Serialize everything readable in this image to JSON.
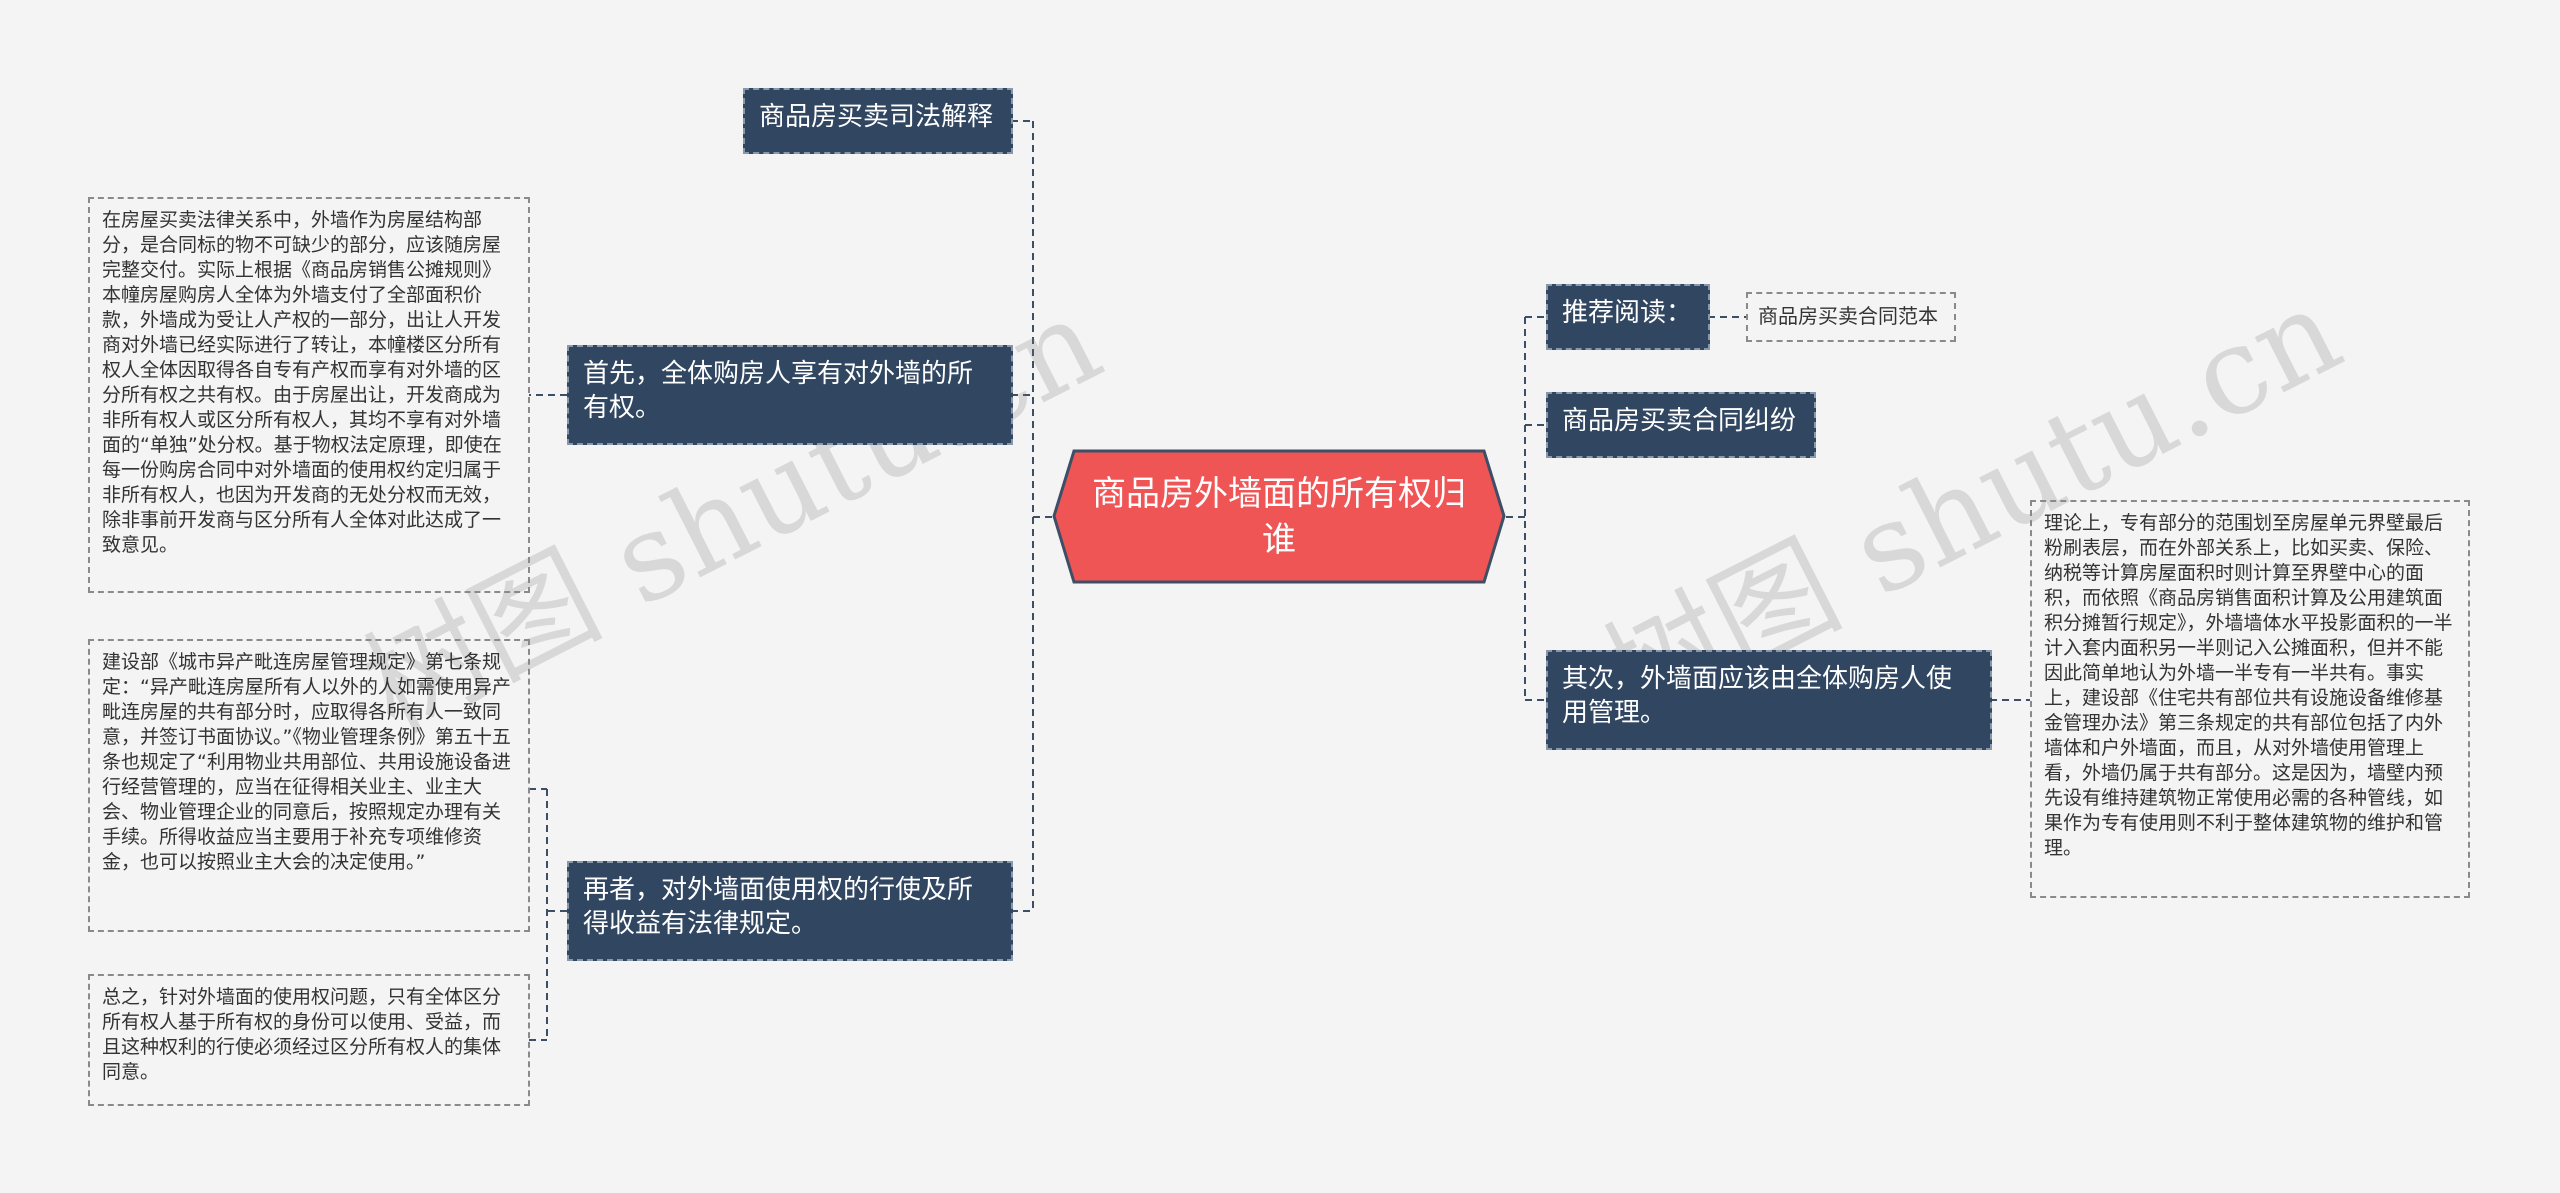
{
  "root": {
    "label": "商品房外墙面的所有权归谁"
  },
  "left": {
    "judicial": {
      "label": "商品房买卖司法解释"
    },
    "first": {
      "label": "首先，全体购房人享有对外墙的所有权。",
      "detail": "在房屋买卖法律关系中，外墙作为房屋结构部分，是合同标的物不可缺少的部分，应该随房屋完整交付。实际上根据《商品房销售公摊规则》本幢房屋购房人全体为外墙支付了全部面积价款，外墙成为受让人产权的一部分，出让人开发商对外墙已经实际进行了转让，本幢楼区分所有权人全体因取得各自专有产权而享有对外墙的区分所有权之共有权。由于房屋出让，开发商成为非所有权人或区分所有权人，其均不享有对外墙面的“单独”处分权。基于物权法定原理，即使在每一份购房合同中对外墙面的使用权约定归属于非所有权人，也因为开发商的无处分权而无效，除非事前开发商与区分所有人全体对此达成了一致意见。"
    },
    "third": {
      "label": "再者，对外墙面使用权的行使及所得收益有法律规定。",
      "detail1": "建设部《城市异产毗连房屋管理规定》第七条规定：“异产毗连房屋所有人以外的人如需使用异产毗连房屋的共有部分时，应取得各所有人一致同意，并签订书面协议。”《物业管理条例》第五十五条也规定了“利用物业共用部位、共用设施设备进行经营管理的，应当在征得相关业主、业主大会、物业管理企业的同意后，按照规定办理有关手续。所得收益应当主要用于补充专项维修资金，也可以按照业主大会的决定使用。”",
      "detail2": "总之，针对外墙面的使用权问题，只有全体区分所有权人基于所有权的身份可以使用、受益，而且这种权利的行使必须经过区分所有权人的集体同意。"
    }
  },
  "right": {
    "recommend": {
      "label": "推荐阅读：",
      "link": "商品房买卖合同范本"
    },
    "dispute": {
      "label": "商品房买卖合同纠纷"
    },
    "second": {
      "label": "其次，外墙面应该由全体购房人使用管理。",
      "detail": "理论上，专有部分的范围划至房屋单元界壁最后粉刷表层，而在外部关系上，比如买卖、保险、纳税等计算房屋面积时则计算至界壁中心的面积，而依照《商品房销售面积计算及公用建筑面积分摊暂行规定》，外墙墙体水平投影面积的一半计入套内面积另一半则记入公摊面积，但并不能因此简单地认为外墙一半专有一半共有。事实上，建设部《住宅共有部位共有设施设备维修基金管理办法》第三条规定的共有部位包括了内外墙体和户外墙面，而且，从对外墙使用管理上看，外墙仍属于共有部分。这是因为，墙壁内预先设有维持建筑物正常使用必需的各种管线，如果作为专有使用则不利于整体建筑物的维护和管理。"
    }
  },
  "colors": {
    "background": "#f4f4f4",
    "root_fill": "#f05556",
    "node_fill": "#304661",
    "connector": "#3d4f66"
  }
}
